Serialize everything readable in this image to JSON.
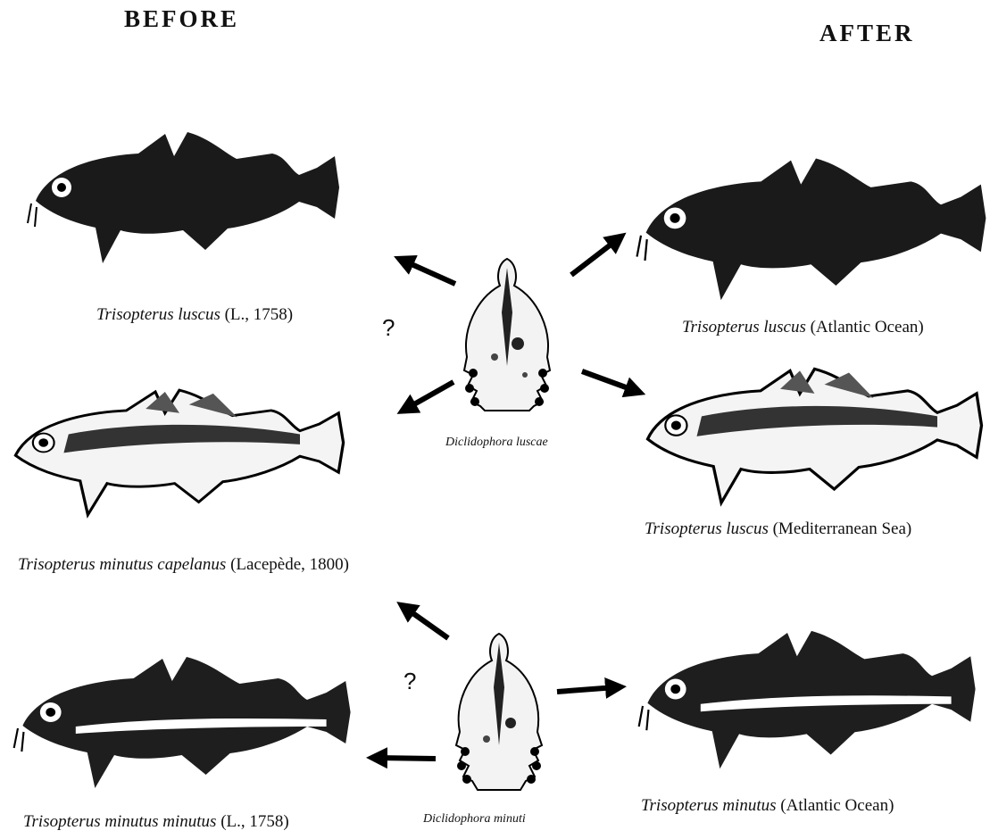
{
  "headers": {
    "before": "BEFORE",
    "after": "AFTER"
  },
  "question_mark": "?",
  "parasites": {
    "luscae": "Diclidophora luscae",
    "minuti": "Diclidophora minuti"
  },
  "captions": {
    "before_top": {
      "species": "Trisopterus luscus",
      "note": "(L., 1758)"
    },
    "before_middle": {
      "species": "Trisopterus minutus capelanus",
      "note": "(Lacepède, 1800)"
    },
    "before_bottom": {
      "species": "Trisopterus minutus minutus",
      "note": "(L., 1758)"
    },
    "after_top": {
      "species": "Trisopterus luscus",
      "note": "(Atlantic Ocean)"
    },
    "after_middle": {
      "species": "Trisopterus luscus",
      "note": "(Mediterranean Sea)"
    },
    "after_bottom": {
      "species": "Trisopterus minutus",
      "note": "(Atlantic Ocean)"
    }
  }
}
